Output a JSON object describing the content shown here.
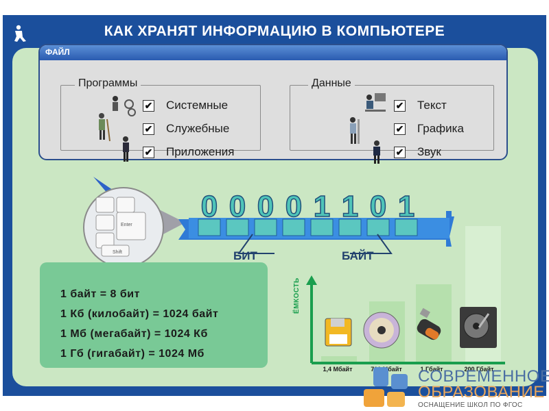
{
  "title": "КАК ХРАНЯТ ИНФОРМАЦИЮ В КОМПЬЮТЕРЕ",
  "file_panel": {
    "label": "ФАЙЛ",
    "programs": {
      "title": "Программы",
      "items": [
        "Системные",
        "Служебные",
        "Приложения"
      ]
    },
    "data": {
      "title": "Данные",
      "items": [
        "Текст",
        "Графика",
        "Звук"
      ]
    }
  },
  "bits": {
    "digits": [
      "0",
      "0",
      "0",
      "0",
      "1",
      "1",
      "0",
      "1"
    ],
    "bit_label": "БИТ",
    "byte_label": "БАЙТ"
  },
  "keyboard_key": "Enter",
  "keyboard_key2": "Shift",
  "formulas": [
    "1 байт = 8 бит",
    "1 Кб (килобайт) = 1024 байт",
    "1 Мб (мегабайт) = 1024 Кб",
    "1 Гб (гигабайт) = 1024 Мб"
  ],
  "capacity": {
    "axis_label": "ЁМКОСТЬ",
    "items": [
      {
        "label": "1,4 Мбайт",
        "device": "floppy-disk-icon"
      },
      {
        "label": "700 Мбайт",
        "device": "cd-disk-icon"
      },
      {
        "label": "1 Гбайт",
        "device": "usb-flash-icon"
      },
      {
        "label": "200 Гбайт",
        "device": "hard-drive-icon"
      }
    ]
  },
  "brand": {
    "line1": "СОВРЕМЕННОЕ",
    "line2": "ОБРАЗОВАНИЕ",
    "line3": "ОСНАЩЕНИЕ ШКОЛ ПО ФГОС"
  },
  "colors": {
    "frame": "#1b4f9c",
    "panel": "#cbe7c3",
    "digit": "#4fc4b8",
    "formula_box": "#79c996",
    "axis": "#1a9e4e"
  }
}
